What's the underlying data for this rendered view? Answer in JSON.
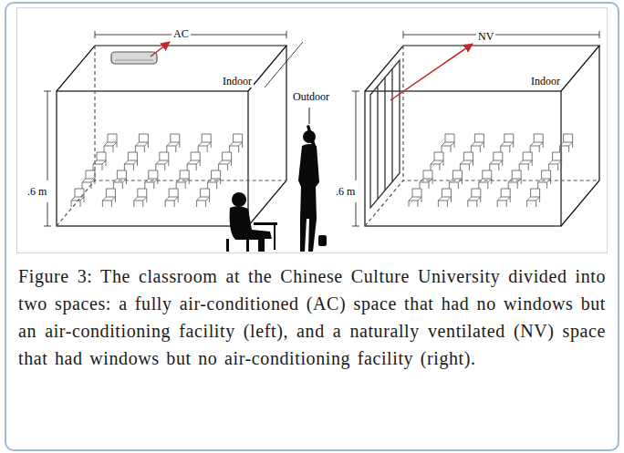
{
  "diagram": {
    "caption": "Figure 3: The classroom at the Chinese Culture University divided into two spaces: a fully air-conditioned (AC) space that had no windows but an air-conditioning facility (left), and a naturally ventilated (NV) space that had windows but no air-conditioning facility (right).",
    "labels": [
      "AC",
      "Indoor",
      "Outdoor",
      "NV",
      "Indoor",
      ".6 m",
      ".6 m"
    ]
  }
}
